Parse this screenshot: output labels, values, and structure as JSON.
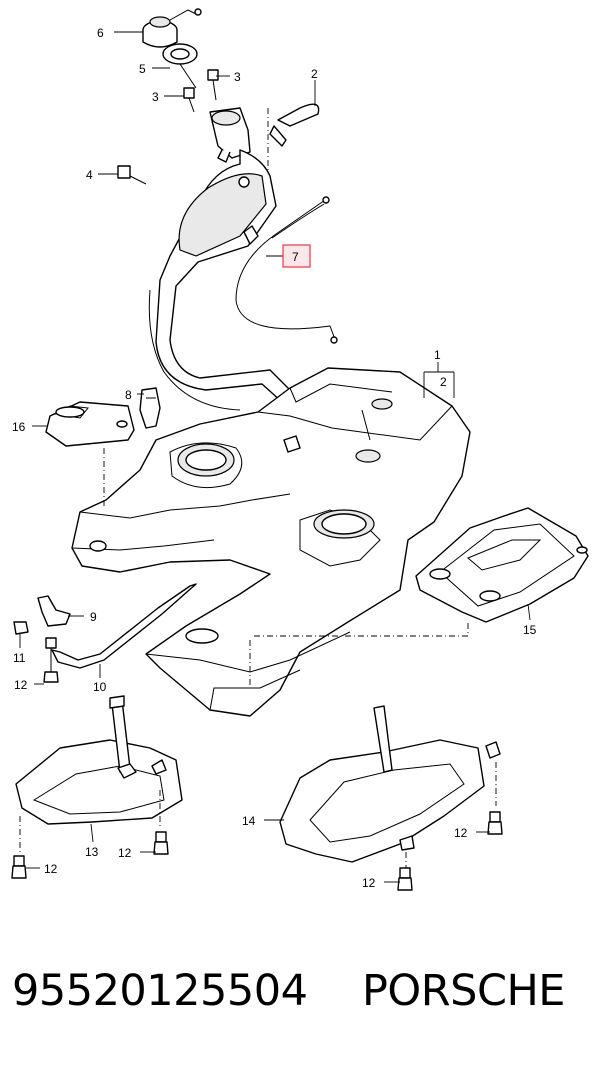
{
  "diagram": {
    "callouts": {
      "c1": "1",
      "c2_top": "2",
      "c2_tank": "2",
      "c3a": "3",
      "c3b": "3",
      "c4": "4",
      "c5": "5",
      "c6": "6",
      "c7": "7",
      "c8": "8",
      "c9": "9",
      "c10": "10",
      "c11": "11",
      "c12a": "12",
      "c12b": "12",
      "c12c": "12",
      "c12d": "12",
      "c12e": "12",
      "c13": "13",
      "c14": "14",
      "c15": "15",
      "c16": "16"
    },
    "highlight_color": "#e23b4b"
  },
  "footer": {
    "part_number": "95520125504",
    "brand": "PORSCHE"
  }
}
